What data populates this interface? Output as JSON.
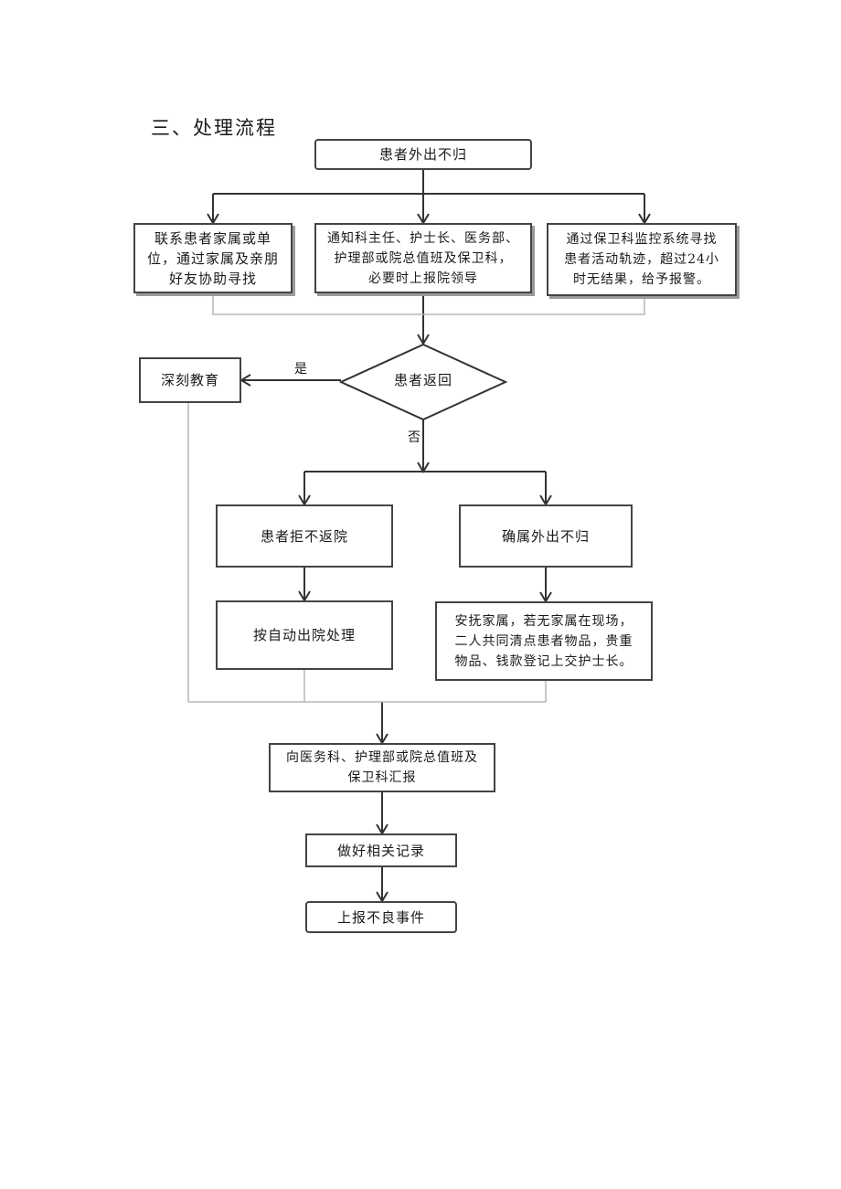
{
  "heading": "三、处理流程",
  "nodes": {
    "start": "患者外出不归",
    "contact_family": "联系患者家属或单\n位，通过家属及亲朋\n好友协助寻找",
    "notify_leaders": "通知科主任、护士长、医务部、\n护理部或院总值班及保卫科，\n必要时上报院领导",
    "security_monitor": "通过保卫科监控系统寻找\n患者活动轨迹，超过24小\n时无结果，给予报警。",
    "decision": "患者返回",
    "education": "深刻教育",
    "refuse_return": "患者拒不返院",
    "confirmed_absent": "确属外出不归",
    "self_discharge": "按自动出院处理",
    "reassure_family": "安抚家属，若无家属在现场，\n二人共同清点患者物品，贵重\n物品、钱款登记上交护士长。",
    "report_depts": "向医务科、护理部或院总值班及\n保卫科汇报",
    "record": "做好相关记录",
    "adverse_event": "上报不良事件"
  },
  "edge_labels": {
    "yes": "是",
    "no": "否"
  }
}
